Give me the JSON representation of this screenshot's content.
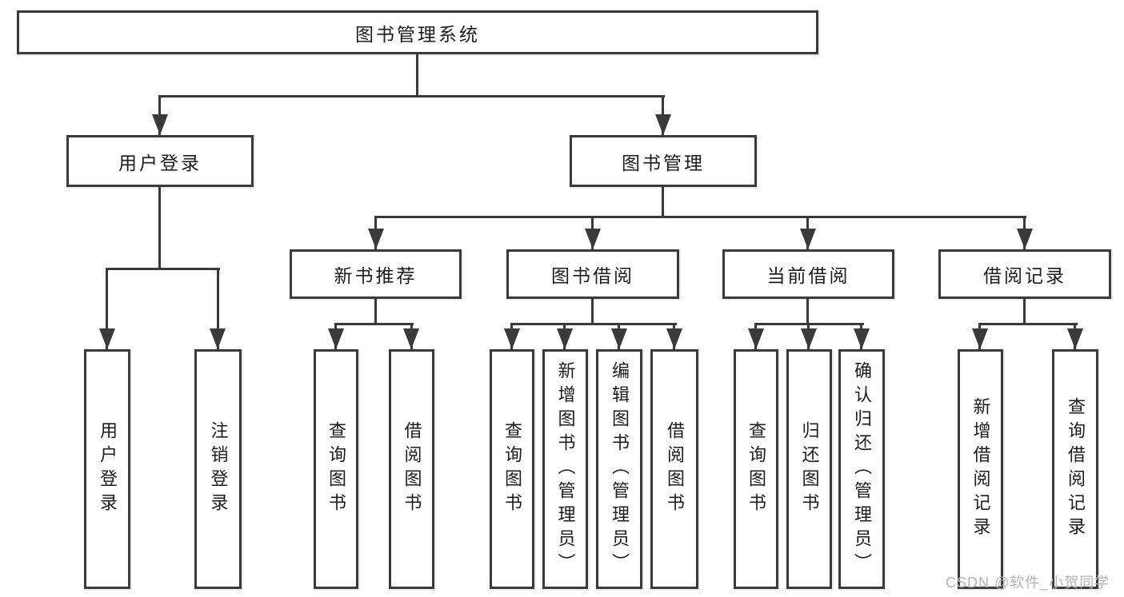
{
  "hierarchy": {
    "root": "图书管理系统",
    "children": [
      {
        "label": "用户登录",
        "children": [
          "用户登录",
          "注销登录"
        ]
      },
      {
        "label": "图书管理",
        "children": [
          {
            "label": "新书推荐",
            "children": [
              "查询图书",
              "借阅图书"
            ]
          },
          {
            "label": "图书借阅",
            "children": [
              "查询图书",
              "新增图书（管理员）",
              "编辑图书（管理员）",
              "借阅图书"
            ]
          },
          {
            "label": "当前借阅",
            "children": [
              "查询图书",
              "归还图书",
              "确认归还（管理员）"
            ]
          },
          {
            "label": "借阅记录",
            "children": [
              "新增借阅记录",
              "查询借阅记录"
            ]
          }
        ]
      }
    ]
  },
  "watermark": {
    "text": "CSDN @软件_小贺同学"
  },
  "colors": {
    "line": "#3a3a3a",
    "box_border": "#3a3a3a",
    "box_fill": "#ffffff",
    "text": "#1c1c1c",
    "watermark": "#b5b5b5"
  }
}
